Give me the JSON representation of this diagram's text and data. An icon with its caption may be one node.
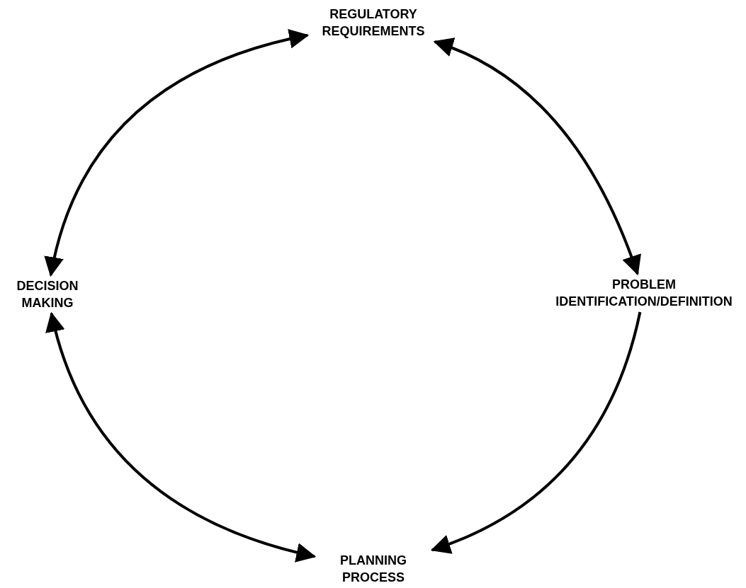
{
  "diagram": {
    "nodes": [
      {
        "text": [
          "REGULATORY REQUIREMENTS"
        ]
      },
      {
        "text": [
          "PROBLEM IDENTIFICATION/DEFINITION"
        ]
      },
      {
        "text": [
          "PLANNING PROCESS"
        ]
      },
      {
        "text": [
          "DECISION MAKING"
        ]
      }
    ],
    "edges": [
      {
        "from": 0,
        "to": 1,
        "arrow": "both"
      },
      {
        "from": 1,
        "to": 2,
        "arrow": "to"
      },
      {
        "from": 2,
        "to": 3,
        "arrow": "both"
      },
      {
        "from": 3,
        "to": 0,
        "arrow": "both"
      }
    ]
  }
}
